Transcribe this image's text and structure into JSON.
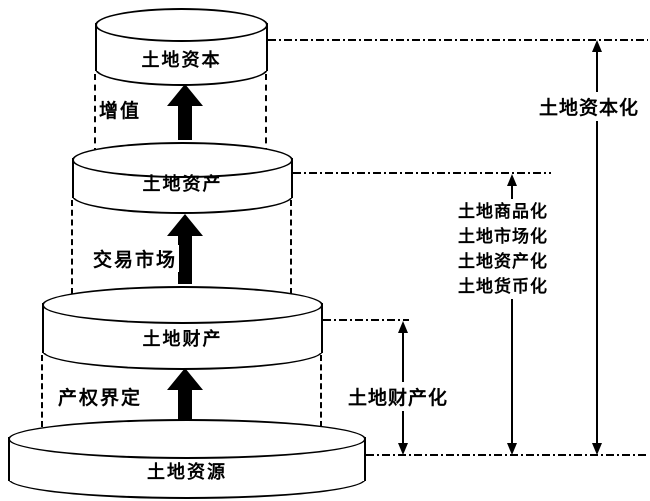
{
  "diagram": {
    "cylinders": [
      {
        "label": "土地资本"
      },
      {
        "label": "土地资产"
      },
      {
        "label": "土地财产"
      },
      {
        "label": "土地资源"
      }
    ],
    "process_labels": {
      "appreciation": "增值",
      "trading_market": "交易市场",
      "property_rights": "产权界定"
    },
    "annotations": {
      "capitalization": "土地资本化",
      "marketization_lines": [
        "土地商品化",
        "土地市场化",
        "土地资产化",
        "土地货币化"
      ],
      "propertization": "土地财产化"
    },
    "colors": {
      "stroke": "#000000",
      "fill": "#ffffff"
    }
  }
}
